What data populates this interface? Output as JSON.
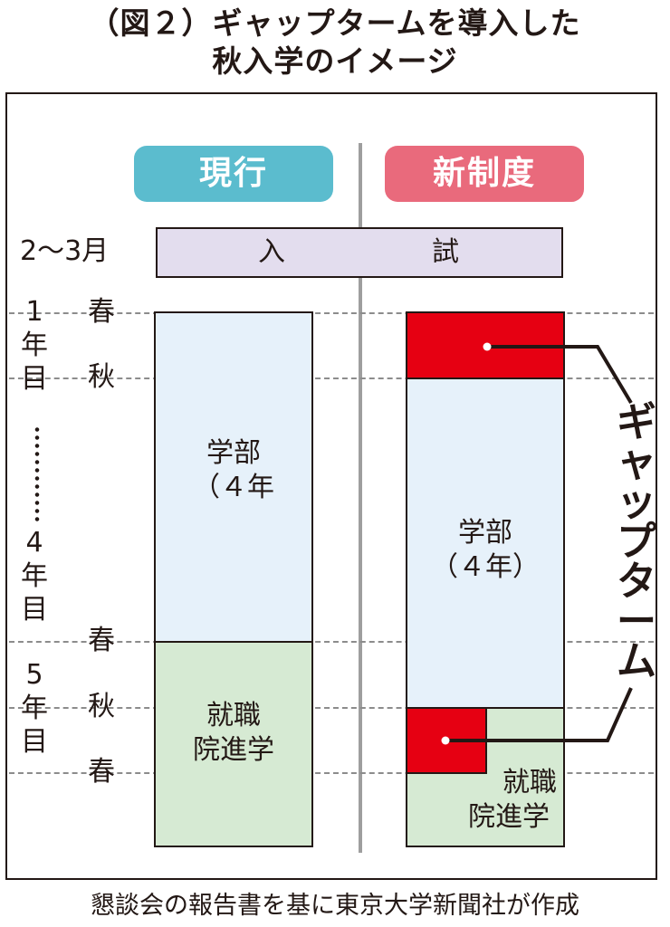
{
  "title": {
    "line1": "（図２）ギャップタームを導入した",
    "line2": "秋入学のイメージ"
  },
  "columns": {
    "current_label": "現行",
    "new_label": "新制度"
  },
  "exam": {
    "period_label": "2～3月",
    "chars": [
      "入",
      "試"
    ]
  },
  "timeline": {
    "year1_chars": [
      "1",
      "年",
      "目"
    ],
    "year4_chars": [
      "4",
      "年",
      "目"
    ],
    "year5_chars": [
      "5",
      "年",
      "目"
    ],
    "spring": "春",
    "autumn": "秋"
  },
  "current": {
    "undergrad_line1": "学部",
    "undergrad_line2": "（４年",
    "after_line1": "就職",
    "after_line2": "院進学"
  },
  "new_system": {
    "undergrad_line1": "学部",
    "undergrad_line2": "（４年）",
    "after_line1": "就職",
    "after_line2": "院進学",
    "gap_term_chars": [
      "ギ",
      "ャ",
      "ッ",
      "プ",
      "タ",
      "ー",
      "ム"
    ]
  },
  "colors": {
    "current_pill": "#5bbcce",
    "new_pill": "#e96a7c",
    "exam_band": "#e3ddee",
    "undergrad_fill": "#e6f1fa",
    "after_fill": "#d6ead3",
    "gap_term_fill": "#e60012"
  },
  "footer": "懇談会の報告書を基に東京大学新聞社が作成"
}
